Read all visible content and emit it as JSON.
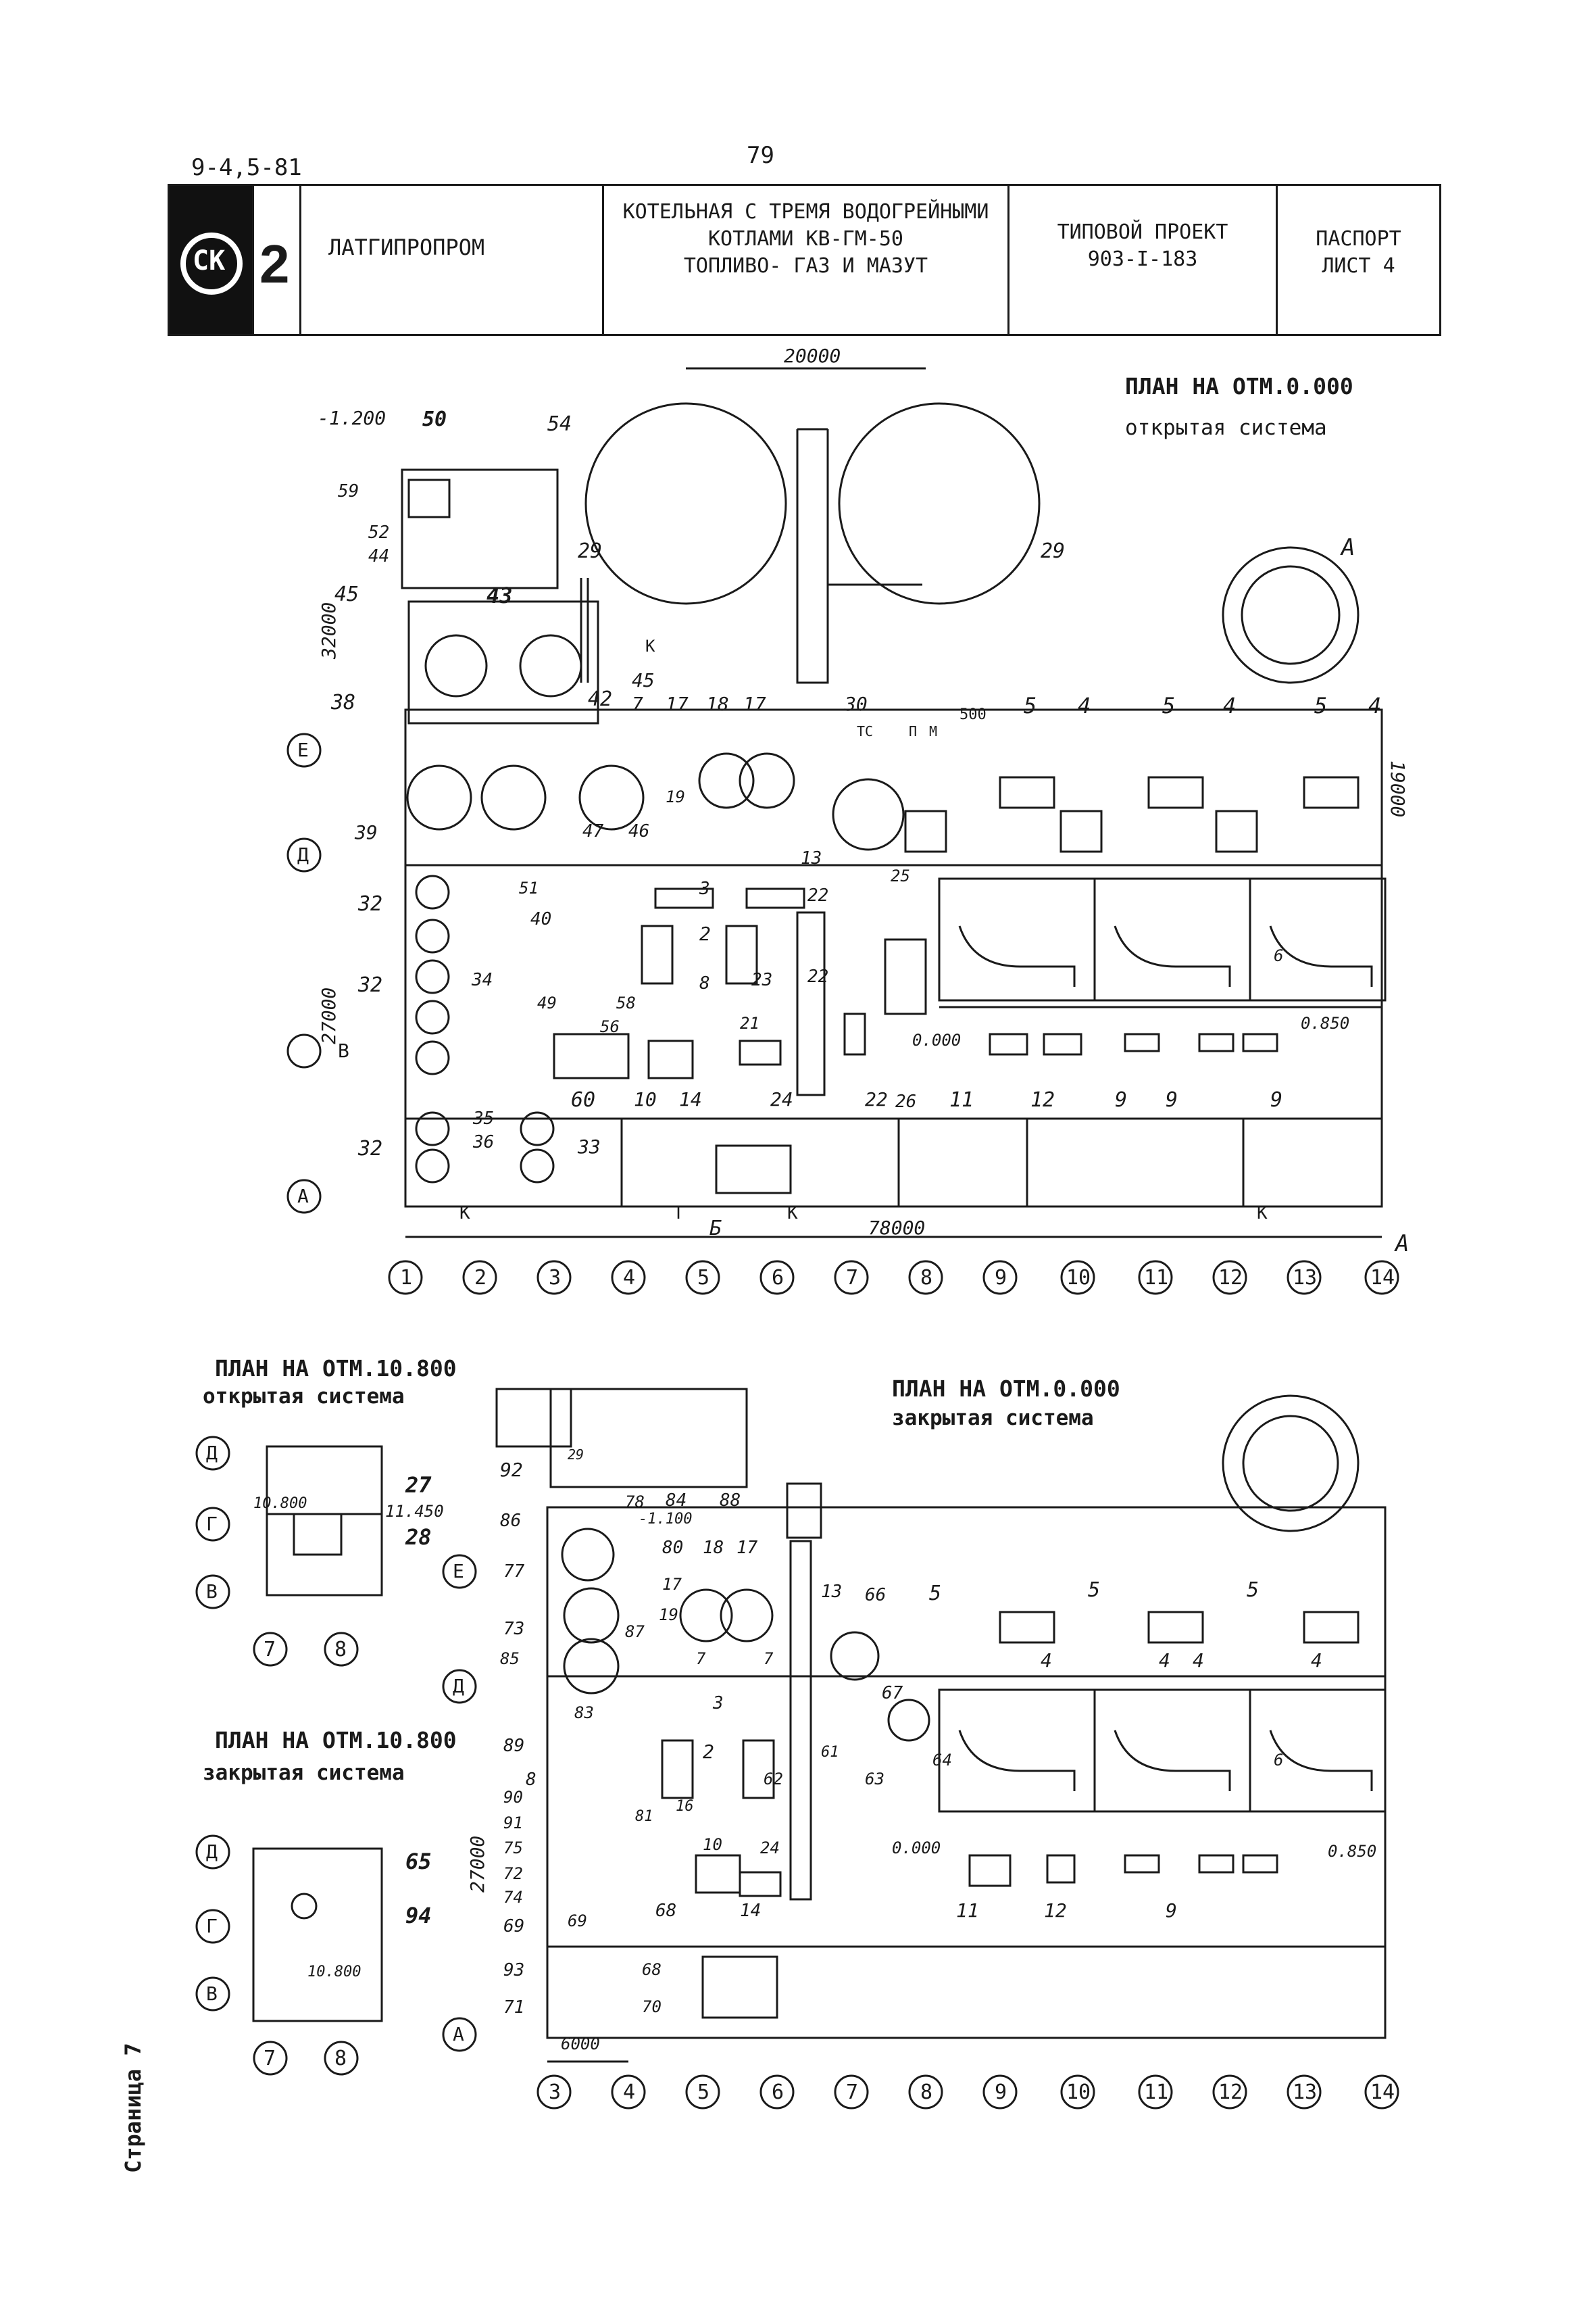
{
  "page": {
    "code": "9-4,5-81",
    "number": "79",
    "side_label": "Страница 7"
  },
  "title_block": {
    "logo": "СК",
    "logo_num": "2",
    "organization": "ЛАТГИПРОПРОМ",
    "description_lines": [
      "КОТЕЛЬНАЯ С ТРЕМЯ ВОДОГРЕЙНЫМИ",
      "КОТЛАМИ КВ-ГМ-50",
      "ТОПЛИВО- ГАЗ И МАЗУТ"
    ],
    "project_lines": [
      "ТИПОВОЙ ПРОЕКТ",
      "903-I-183"
    ],
    "sheet_lines": [
      "ПАСПОРТ",
      "ЛИСТ 4"
    ]
  },
  "plan_top": {
    "title": "ПЛАН НА ОТМ.0.000",
    "subtitle": "открытая система",
    "dims": [
      "20000",
      "32000",
      "27000",
      "19000",
      "78000",
      "-1.200",
      "500",
      "0.000",
      "0.850"
    ],
    "row_labels": [
      "Е",
      "Д",
      "В",
      "А"
    ],
    "axis_labels": [
      "1",
      "2",
      "3",
      "4",
      "5",
      "6",
      "7",
      "8",
      "9",
      "10",
      "11",
      "12",
      "13",
      "14"
    ],
    "section_labels": [
      "А",
      "А",
      "Б",
      "Г",
      "К",
      "К",
      "К",
      "К",
      "ТС",
      "П",
      "М"
    ],
    "callouts": [
      "50",
      "54",
      "59",
      "52",
      "44",
      "29",
      "29",
      "45",
      "43",
      "42",
      "7",
      "17",
      "18",
      "17",
      "30",
      "5",
      "4",
      "5",
      "4",
      "5",
      "4",
      "38",
      "45",
      "19",
      "13",
      "39",
      "47",
      "46",
      "3",
      "22",
      "25",
      "32",
      "40",
      "51",
      "2",
      "32",
      "34",
      "23",
      "8",
      "21",
      "56",
      "58",
      "49",
      "22",
      "26",
      "11",
      "12",
      "9",
      "9",
      "9",
      "60",
      "10",
      "14",
      "24",
      "22",
      "6",
      "32",
      "35",
      "36",
      "33"
    ]
  },
  "plan_mid_open": {
    "title": "ПЛАН НА ОТМ.10.800",
    "subtitle": "открытая система",
    "row_labels": [
      "Д",
      "Г",
      "В"
    ],
    "axis_labels": [
      "7",
      "8"
    ],
    "callouts": [
      "27",
      "28",
      "10.800",
      "11.450"
    ]
  },
  "plan_mid_closed": {
    "title": "ПЛАН НА ОТМ.10.800",
    "subtitle": "закрытая система",
    "row_labels": [
      "Д",
      "Г",
      "В"
    ],
    "axis_labels": [
      "7",
      "8"
    ],
    "callouts": [
      "65",
      "94",
      "10.800"
    ]
  },
  "plan_bottom": {
    "title": "ПЛАН НА ОТМ.0.000",
    "subtitle": "закрытая система",
    "dims": [
      "27000",
      "6000",
      "0.000",
      "0.850",
      "-1.100"
    ],
    "row_labels": [
      "Е",
      "Д",
      "А"
    ],
    "axis_labels": [
      "3",
      "4",
      "5",
      "6",
      "7",
      "8",
      "9",
      "10",
      "11",
      "12",
      "13",
      "14"
    ],
    "callouts": [
      "92",
      "29",
      "84",
      "88",
      "86",
      "78",
      "80",
      "18",
      "17",
      "77",
      "17",
      "19",
      "13",
      "66",
      "5",
      "5",
      "5",
      "73",
      "87",
      "7",
      "7",
      "4",
      "4",
      "4",
      "4",
      "85",
      "3",
      "67",
      "83",
      "89",
      "8",
      "2",
      "62",
      "61",
      "63",
      "64",
      "90",
      "91",
      "75",
      "72",
      "74",
      "69",
      "81",
      "10",
      "24",
      "14",
      "68",
      "69",
      "93",
      "71",
      "70",
      "68",
      "11",
      "12",
      "9",
      "6",
      "16"
    ]
  }
}
